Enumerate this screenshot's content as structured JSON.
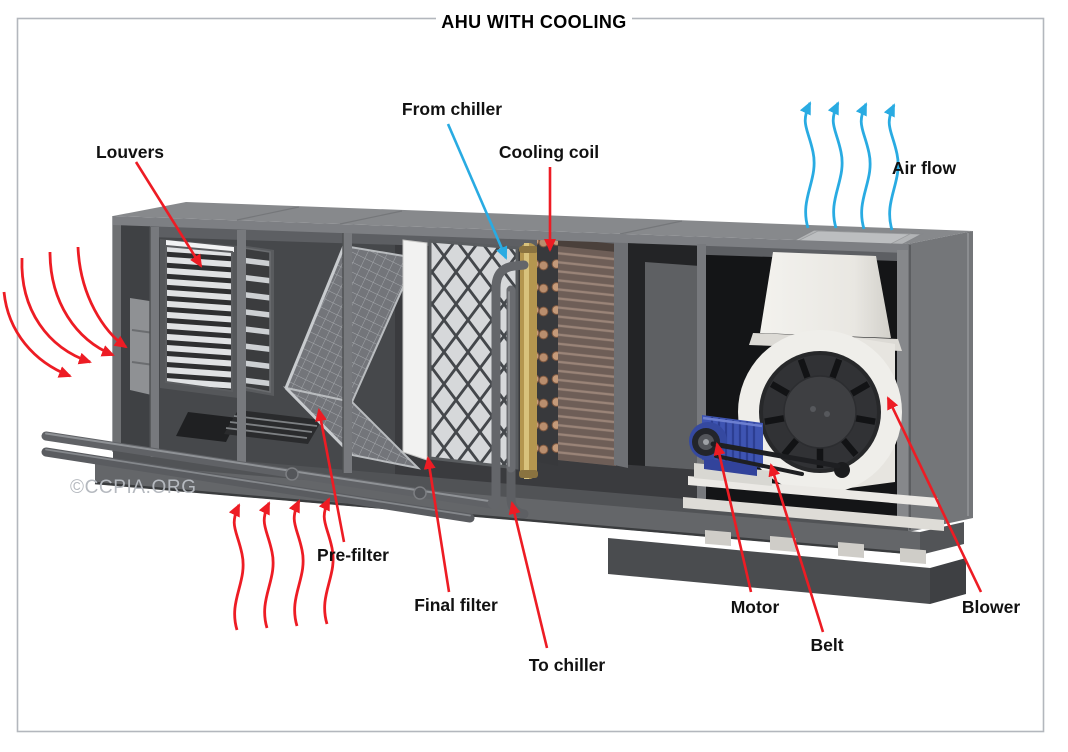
{
  "title": "AHU WITH COOLING",
  "watermark": "©CCPIA.ORG",
  "labels": {
    "louvers": "Louvers",
    "from_chiller": "From chiller",
    "cooling_coil": "Cooling coil",
    "air_flow": "Air flow",
    "pre_filter": "Pre-filter",
    "final_filter": "Final filter",
    "to_chiller": "To chiller",
    "motor": "Motor",
    "belt": "Belt",
    "blower": "Blower"
  },
  "colors": {
    "callout_red": "#ed1c24",
    "callout_blue": "#29abe2",
    "label_text": "#111111",
    "watermark_gray": "#b5b9bf",
    "border_gray": "#b3b7bd"
  }
}
